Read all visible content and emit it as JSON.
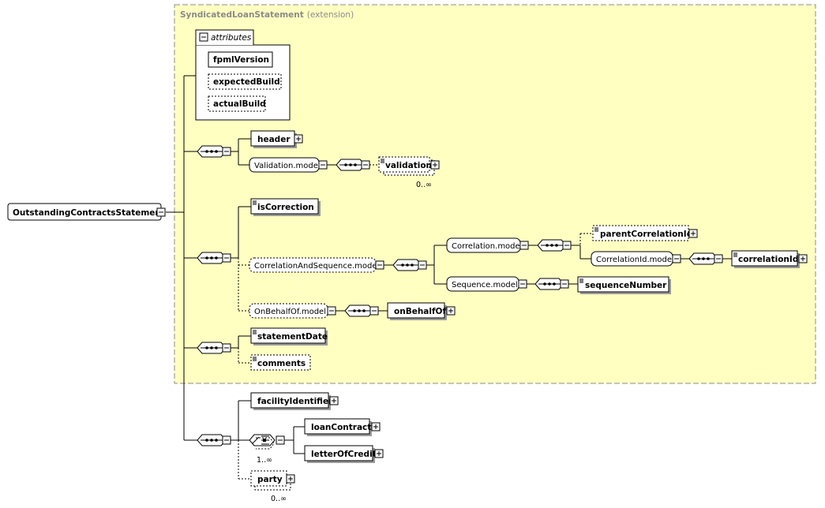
{
  "extension": {
    "name": "SyndicatedLoanStatement",
    "note": "(extension)"
  },
  "root": "OutstandingContractsStatement",
  "attributes": {
    "title": "attributes",
    "items": [
      "fpmlVersion",
      "expectedBuild",
      "actualBuild"
    ]
  },
  "nodes": {
    "header": "header",
    "validation_model": "Validation.model",
    "validation": "validation",
    "validation_card": "0..∞",
    "isCorrection": "isCorrection",
    "corr_seq_model": "CorrelationAndSequence.model",
    "correlation_model": "Correlation.model",
    "parentCorrelationId": "parentCorrelationId",
    "correlationId_model": "CorrelationId.model",
    "correlationId": "correlationId",
    "sequence_model": "Sequence.model",
    "sequenceNumber": "sequenceNumber",
    "onBehalfOf_model": "OnBehalfOf.model",
    "onBehalfOf": "onBehalfOf",
    "statementDate": "statementDate",
    "comments": "comments",
    "facilityIdentifier": "facilityIdentifier",
    "choice_card": "1..∞",
    "loanContract": "loanContract",
    "letterOfCredit": "letterOfCredit",
    "party": "party",
    "party_card": "0..∞"
  }
}
